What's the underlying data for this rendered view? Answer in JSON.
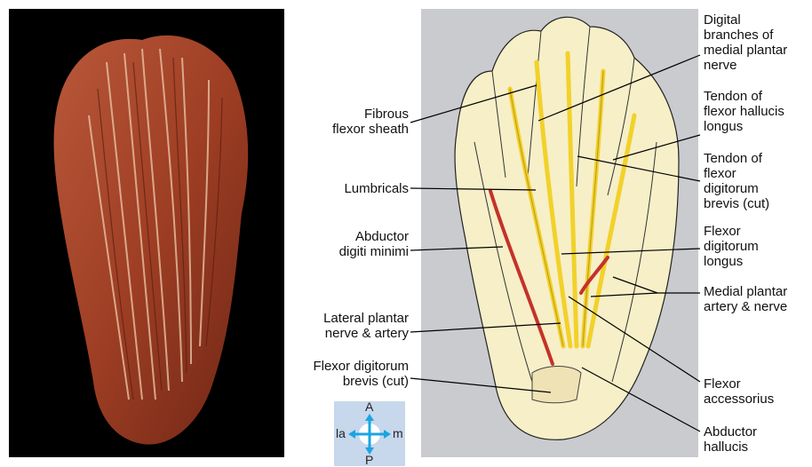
{
  "labels_left": [
    {
      "id": "fibrous-flexor-sheath",
      "lines": [
        "Fibrous",
        "flexor sheath"
      ]
    },
    {
      "id": "lumbricals",
      "lines": [
        "Lumbricals"
      ]
    },
    {
      "id": "abductor-digiti-minimi",
      "lines": [
        "Abductor",
        "digiti minimi"
      ]
    },
    {
      "id": "lateral-plantar-nerve-artery",
      "lines": [
        "Lateral plantar",
        "nerve & artery"
      ]
    },
    {
      "id": "flexor-digitorum-brevis-cut-left",
      "lines": [
        "Flexor digitorum",
        "brevis (cut)"
      ]
    }
  ],
  "labels_right": [
    {
      "id": "digital-branches-medial-plantar-nerve",
      "lines": [
        "Digital",
        "branches of",
        "medial plantar",
        "nerve"
      ]
    },
    {
      "id": "tendon-flexor-hallucis-longus",
      "lines": [
        "Tendon of",
        "flexor hallucis",
        "longus"
      ]
    },
    {
      "id": "tendon-flexor-digitorum-brevis",
      "lines": [
        "Tendon of",
        "flexor",
        "digitorum",
        "brevis (cut)"
      ]
    },
    {
      "id": "flexor-digitorum-longus",
      "lines": [
        "Flexor",
        "digitorum",
        "longus"
      ]
    },
    {
      "id": "medial-plantar-artery-nerve",
      "lines": [
        "Medial plantar",
        "artery & nerve"
      ]
    },
    {
      "id": "flexor-accessorius",
      "lines": [
        "Flexor",
        "accessorius"
      ]
    },
    {
      "id": "abductor-hallucis",
      "lines": [
        "Abductor",
        "hallucis"
      ]
    }
  ],
  "compass": {
    "top": "A",
    "bottom": "P",
    "left": "la",
    "right": "m"
  },
  "colors": {
    "panel_bg": "#c9cbcf",
    "foot_fill": "#f7efc8",
    "nerve_yellow": "#f2d12a",
    "artery_red": "#c4322a",
    "photo_bg": "#000000",
    "photo_tissue": "#a8462c",
    "compass_bg": "#c7d7ec",
    "compass_arrow": "#1aa5e0"
  }
}
